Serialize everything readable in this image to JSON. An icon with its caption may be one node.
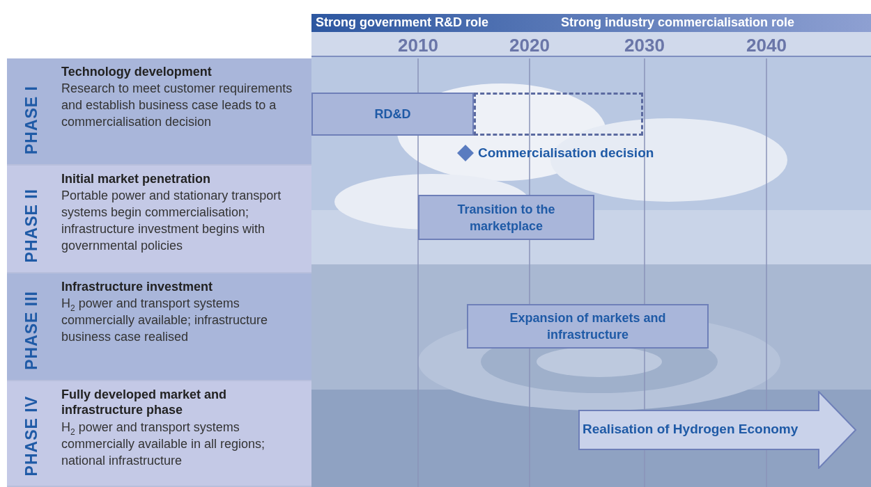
{
  "diagram": {
    "nodes": [
      {
        "text": [
          "PHASE I",
          "Technology development",
          "Research to meet customer requirements and establish business case leads to a commercialisation decision"
        ]
      },
      {
        "text": [
          "PHASE II",
          "Initial market penetration",
          "Portable power and stationary transport systems begin commercialisation; infrastructure investment begins with governmental policies"
        ]
      },
      {
        "text": [
          "PHASE III",
          "Infrastructure investment",
          "H$_{2}$ power and transport systems commercially available; infrastructure business case realised"
        ]
      },
      {
        "text": [
          "PHASE IV",
          "Fully developed market and infrastructure phase",
          "H$_{2}$ power and transport systems commercially available in all regions; national infrastructure"
        ]
      },
      {
        "text": [
          "RD&D"
        ]
      },
      {
        "text": [],
        "shape": "box"
      },
      {
        "text": [],
        "shape": "diamond",
        "beside": [
          "Commercialisation decision"
        ]
      },
      {
        "text": [
          "Transition to the marketplace"
        ]
      },
      {
        "text": [
          "Expansion of markets and infrastructure"
        ]
      },
      {
        "text": [
          "Realisation of Hydrogen Economy"
        ]
      }
    ],
    "labels": [
      "Strong government R&D role",
      "Strong industry commercialisation role",
      "2010",
      "2020",
      "2030",
      "2040"
    ]
  }
}
